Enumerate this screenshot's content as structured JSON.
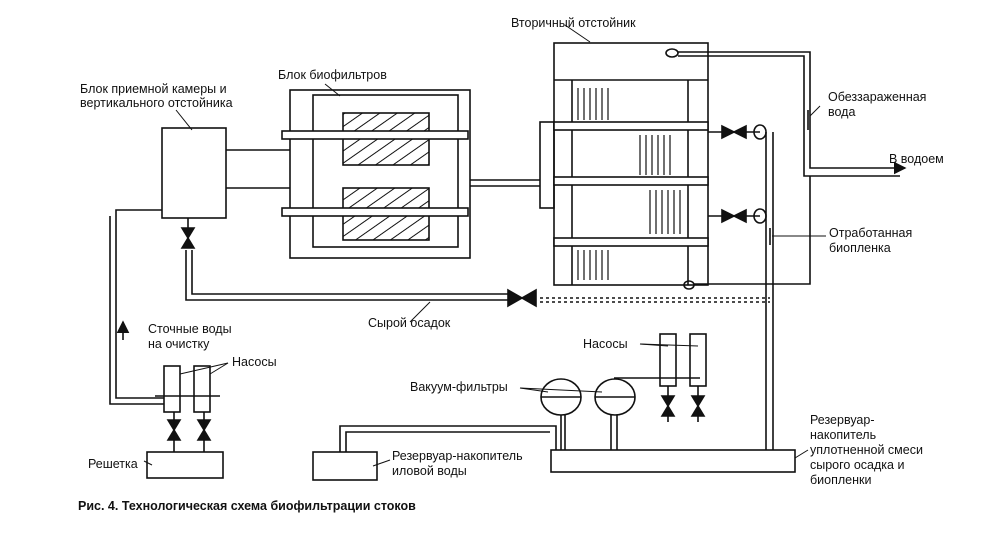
{
  "labels": {
    "secondary_settler": "Вторичный отстойник",
    "biofilter_block": "Блок биофильтров",
    "receiving_block_l1": "Блок приемной камеры и",
    "receiving_block_l2": "вертикального отстойника",
    "disinfected_l1": "Обеззараженная",
    "disinfected_l2": "вода",
    "to_water_body": "В водоем",
    "spent_l1": "Отработанная",
    "spent_l2": "биопленка",
    "raw_sludge": "Сырой осадок",
    "wastewater_l1": "Сточные воды",
    "wastewater_l2": "на очистку",
    "pumps_left": "Насосы",
    "pumps_right": "Насосы",
    "vacuum_filters": "Вакуум-фильтры",
    "screen": "Решетка",
    "sludge_tank_l1": "Резервуар-накопитель",
    "sludge_tank_l2": "иловой воды",
    "mix_tank_l1": "Резервуар-",
    "mix_tank_l2": "накопитель",
    "mix_tank_l3": "уплотненной смеси",
    "mix_tank_l4": "сырого осадка и",
    "mix_tank_l5": "биопленки"
  },
  "caption": "Рис. 4. Технологическая схема биофильтрации стоков"
}
